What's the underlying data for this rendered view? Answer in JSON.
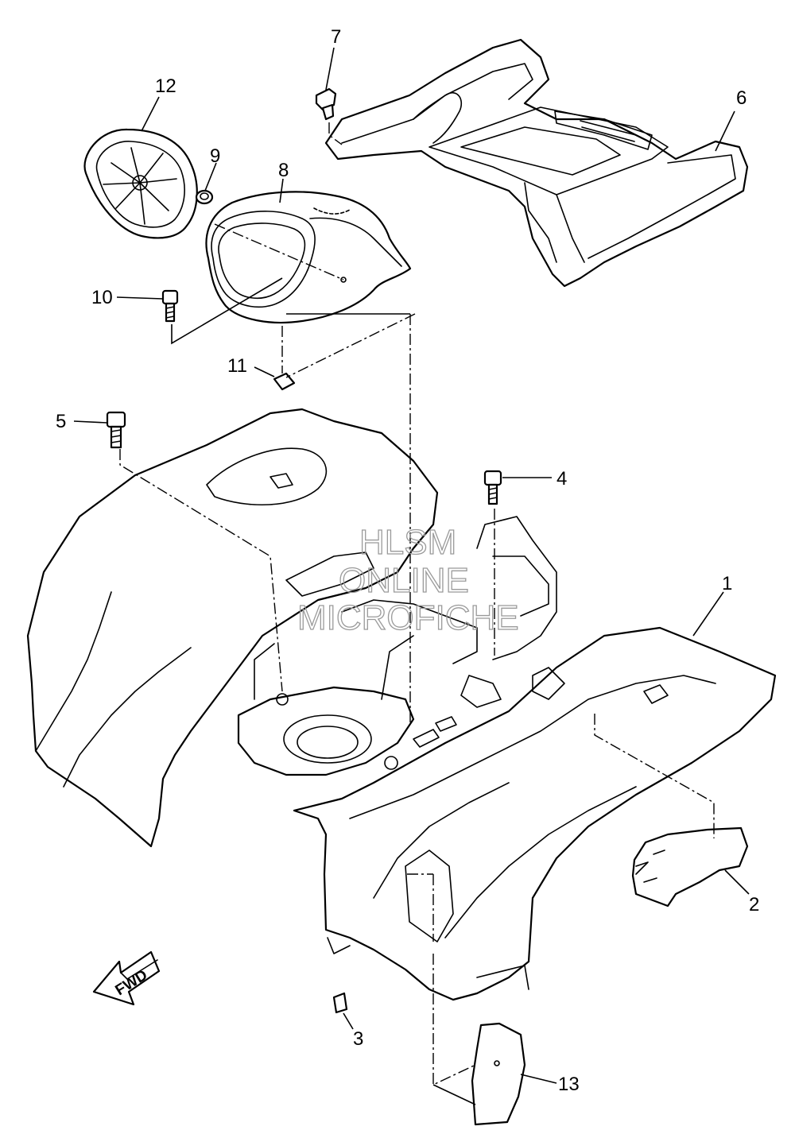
{
  "callouts": [
    {
      "id": "c1",
      "text": "1"
    },
    {
      "id": "c2",
      "text": "2"
    },
    {
      "id": "c3",
      "text": "3"
    },
    {
      "id": "c4",
      "text": "4"
    },
    {
      "id": "c5",
      "text": "5"
    },
    {
      "id": "c6",
      "text": "6"
    },
    {
      "id": "c7",
      "text": "7"
    },
    {
      "id": "c8",
      "text": "8"
    },
    {
      "id": "c9",
      "text": "9"
    },
    {
      "id": "c10",
      "text": "10"
    },
    {
      "id": "c11",
      "text": "11"
    },
    {
      "id": "c12",
      "text": "12"
    },
    {
      "id": "c13",
      "text": "13"
    }
  ],
  "direction_arrow": {
    "label": "FWD"
  },
  "watermark": {
    "line1": "HLSM",
    "line2": "ONLINE",
    "line3": "MICROFICHE"
  },
  "colors": {
    "line": "#000000",
    "background": "#ffffff",
    "watermark": "#9a9a9a"
  }
}
